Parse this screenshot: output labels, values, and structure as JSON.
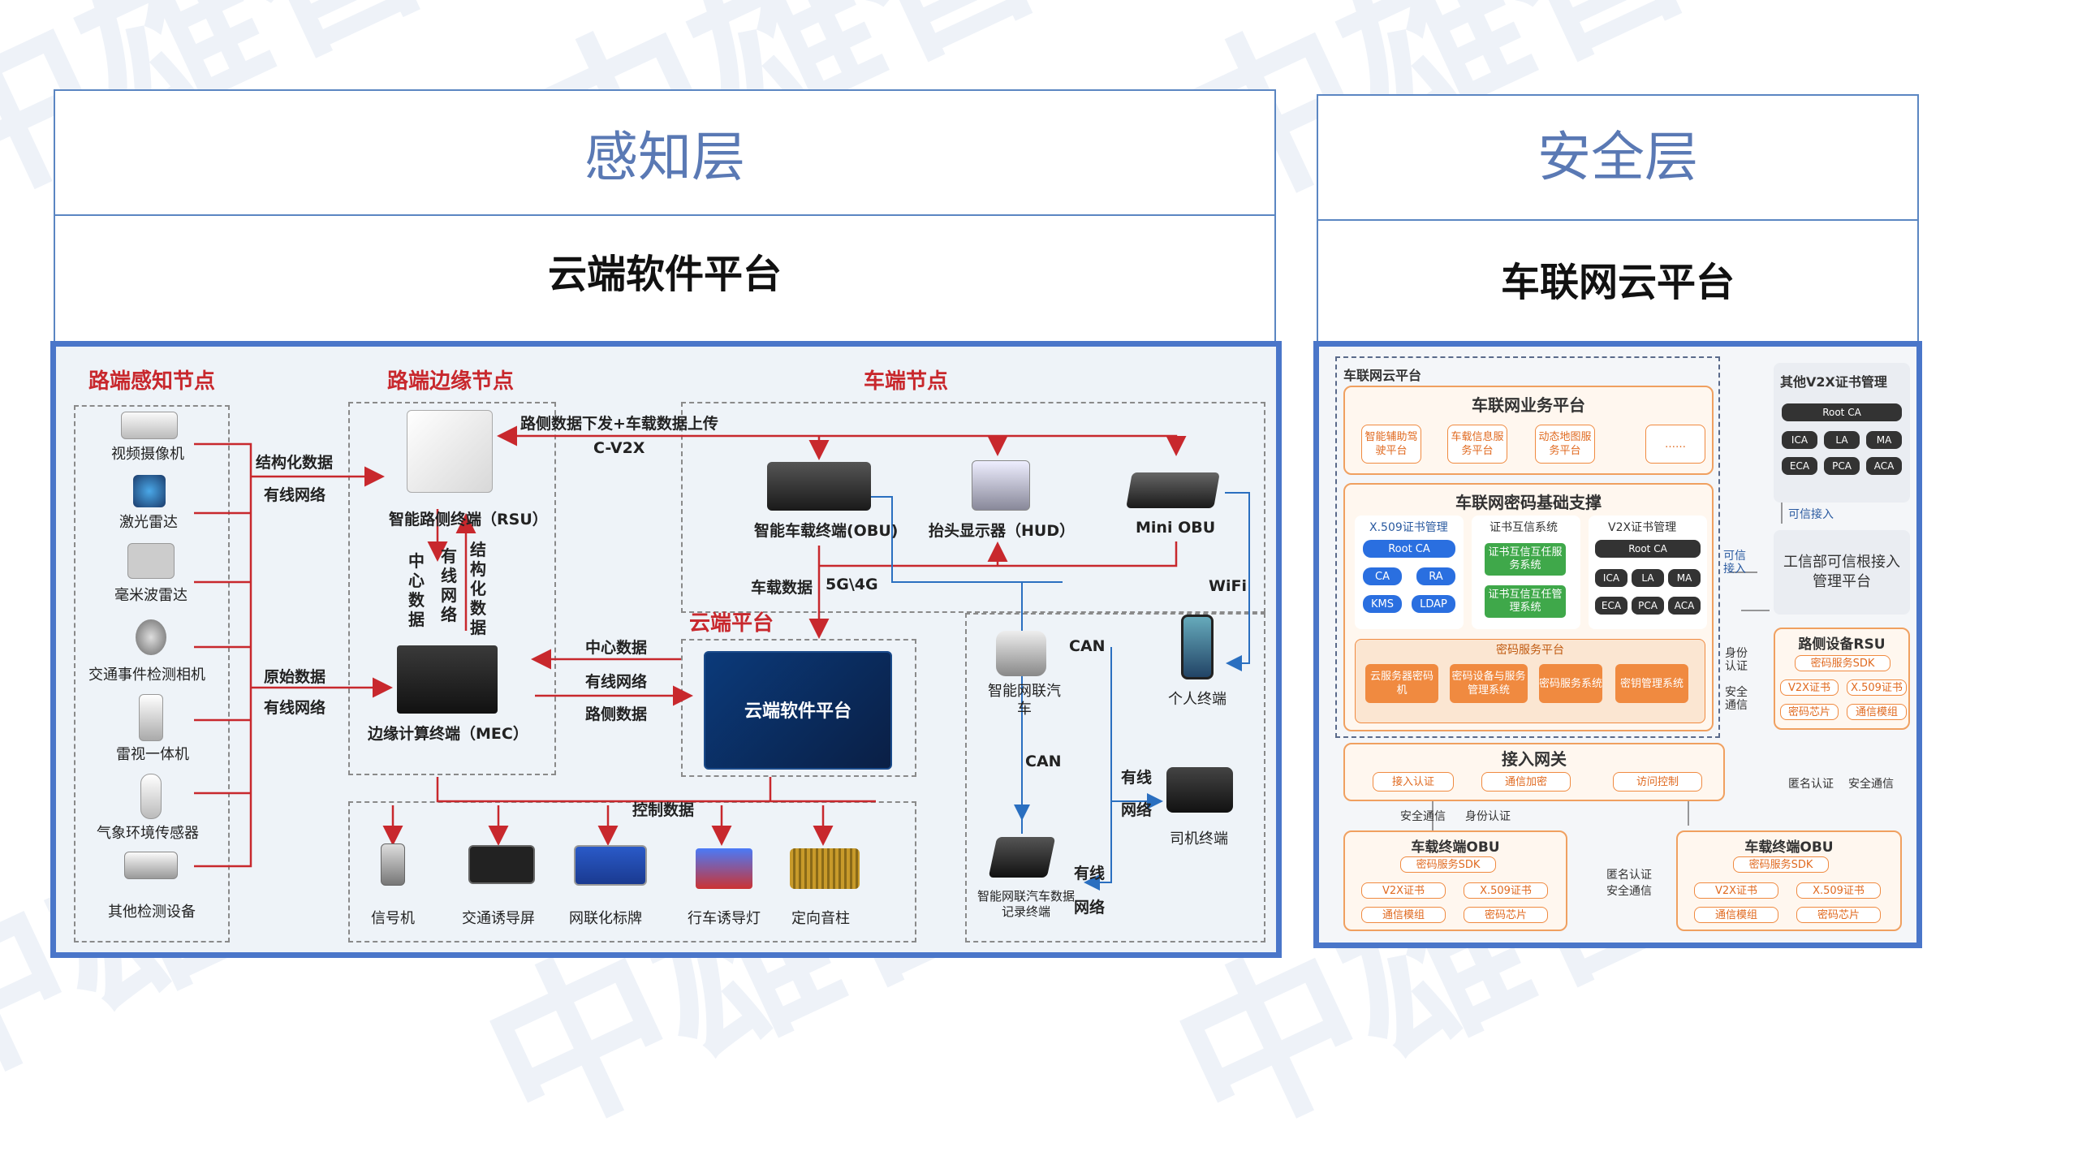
{
  "perception": {
    "title": "感知层",
    "subtitle": "云端软件平台",
    "roadside_nodes_title": "路端感知节点",
    "edge_nodes_title": "路端边缘节点",
    "vehicle_nodes_title": "车端节点",
    "cloud_platform_title": "云端平台",
    "sensors": [
      "视频摄像机",
      "激光雷达",
      "毫米波雷达",
      "交通事件检测相机",
      "雷视一体机",
      "气象环境传感器",
      "其他检测设备"
    ],
    "link_structured": "结构化数据",
    "link_wired_1": "有线网络",
    "link_raw": "原始数据",
    "link_wired_2": "有线网络",
    "rsu": "智能路侧终端（RSU）",
    "mec": "边缘计算终端（MEC）",
    "downlink": "路侧数据下发+车载数据上传",
    "cv2x": "C-V2X",
    "v_center_data": "中心数据",
    "v_structured_net": "有线网络",
    "v_structured_data": "结构化数据",
    "center_data": "中心数据",
    "wired_net": "有线网络",
    "roadside_data": "路侧数据",
    "obu": "智能车载终端(OBU)",
    "hud": "抬头显示器（HUD）",
    "mini_obu": "Mini OBU",
    "vehicle_data": "车载数据",
    "fiveg": "5G\\4G",
    "wifi": "WiFi",
    "cloud_software": "云端软件平台",
    "connected_car": "智能网联汽车",
    "can1": "CAN",
    "can2": "CAN",
    "personal_terminal": "个人终端",
    "wired_a": "有线",
    "network_a": "网络",
    "driver_terminal": "司机终端",
    "wired_b": "有线",
    "network_b": "网络",
    "recorder": "智能网联汽车数据记录终端",
    "control_data": "控制数据",
    "outputs": [
      "信号机",
      "交通诱导屏",
      "网联化标牌",
      "行车诱导灯",
      "定向音柱"
    ]
  },
  "security": {
    "title": "安全层",
    "subtitle": "车联网云平台",
    "platform_label": "车联网云平台",
    "business_title": "车联网业务平台",
    "business_items": [
      "智能辅助驾驶平台",
      "车载信息服务平台",
      "动态地图服务平台",
      "……"
    ],
    "crypto_title": "车联网密码基础支撑",
    "x509_title": "X.509证书管理",
    "x509_items": [
      "Root CA",
      "CA",
      "RA",
      "KMS",
      "LDAP"
    ],
    "mutual_title": "证书互信系统",
    "mutual_items": [
      "证书互信互任服务系统",
      "证书互信互任管理系统"
    ],
    "v2x_title": "V2X证书管理",
    "v2x_items": [
      "Root CA",
      "ICA",
      "LA",
      "MA",
      "ECA",
      "PCA",
      "ACA"
    ],
    "crypto_service_title": "密码服务平台",
    "crypto_service_items": [
      "云服务器密码机",
      "密码设备与服务管理系统",
      "密码服务系统",
      "密钥管理系统"
    ],
    "other_v2x_title": "其他V2X证书管理",
    "other_v2x_items": [
      "Root CA",
      "ICA",
      "LA",
      "MA",
      "ECA",
      "PCA",
      "ACA"
    ],
    "trusted_access": "可信接入",
    "trusted_access_2": "可信接入",
    "miit_platform": "工信部可信根接入管理平台",
    "rsu_title": "路侧设备RSU",
    "rsu_items": [
      "密码服务SDK",
      "V2X证书",
      "X.509证书",
      "密码芯片",
      "通信模组"
    ],
    "id_auth_side": "身份认证",
    "secure_comm_side": "安全通信",
    "gateway_title": "接入网关",
    "gateway_items": [
      "接入认证",
      "通信加密",
      "访问控制"
    ],
    "secure_comm": "安全通信",
    "id_auth": "身份认证",
    "anon_auth": "匿名认证",
    "secure_comm_2": "安全通信",
    "obu_title": "车载终端OBU",
    "obu_items": [
      "密码服务SDK",
      "V2X证书",
      "X.509证书",
      "通信模组",
      "密码芯片"
    ],
    "mid_anon": "匿名认证",
    "mid_secure": "安全通信"
  }
}
